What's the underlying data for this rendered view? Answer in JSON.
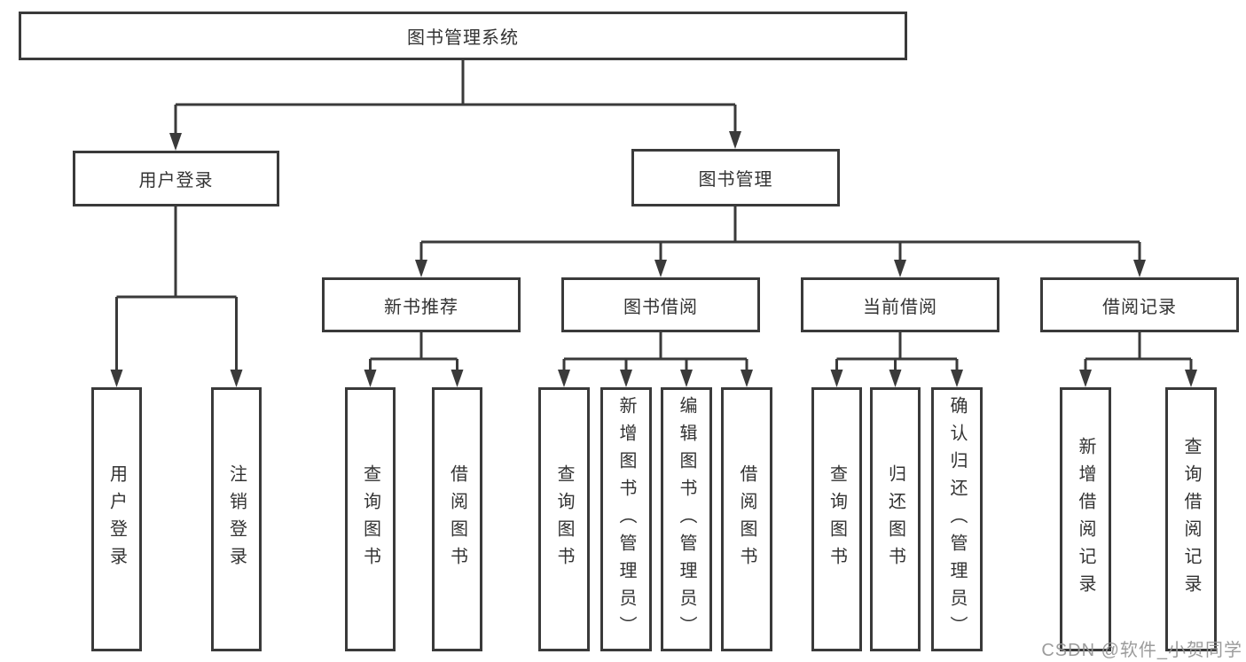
{
  "diagram_title": "图书管理系统",
  "colors": {
    "line": "#3a3a3a",
    "text": "#333333",
    "box_bg": "#ffffff",
    "watermark": "#949494"
  },
  "nodes": {
    "root": {
      "label": "图书管理系统"
    },
    "l2": [
      {
        "label": "用户登录"
      },
      {
        "label": "图书管理"
      }
    ],
    "l3": [
      {
        "label": "新书推荐",
        "parent": "图书管理"
      },
      {
        "label": "图书借阅",
        "parent": "图书管理"
      },
      {
        "label": "当前借阅",
        "parent": "图书管理"
      },
      {
        "label": "借阅记录",
        "parent": "图书管理"
      }
    ],
    "leaves": [
      {
        "label": "用户登录",
        "parent": "用户登录"
      },
      {
        "label": "注销登录",
        "parent": "用户登录"
      },
      {
        "label": "查询图书",
        "parent": "新书推荐"
      },
      {
        "label": "借阅图书",
        "parent": "新书推荐"
      },
      {
        "label": "查询图书",
        "parent": "图书借阅"
      },
      {
        "label": "新增图书（管理员）",
        "parent": "图书借阅"
      },
      {
        "label": "编辑图书（管理员）",
        "parent": "图书借阅"
      },
      {
        "label": "借阅图书",
        "parent": "图书借阅"
      },
      {
        "label": "查询图书",
        "parent": "当前借阅"
      },
      {
        "label": "归还图书",
        "parent": "当前借阅"
      },
      {
        "label": "确认归还（管理员）",
        "parent": "当前借阅"
      },
      {
        "label": "新增借阅记录",
        "parent": "借阅记录"
      },
      {
        "label": "查询借阅记录",
        "parent": "借阅记录"
      }
    ]
  },
  "watermark": "CSDN @软件_小贺同学"
}
